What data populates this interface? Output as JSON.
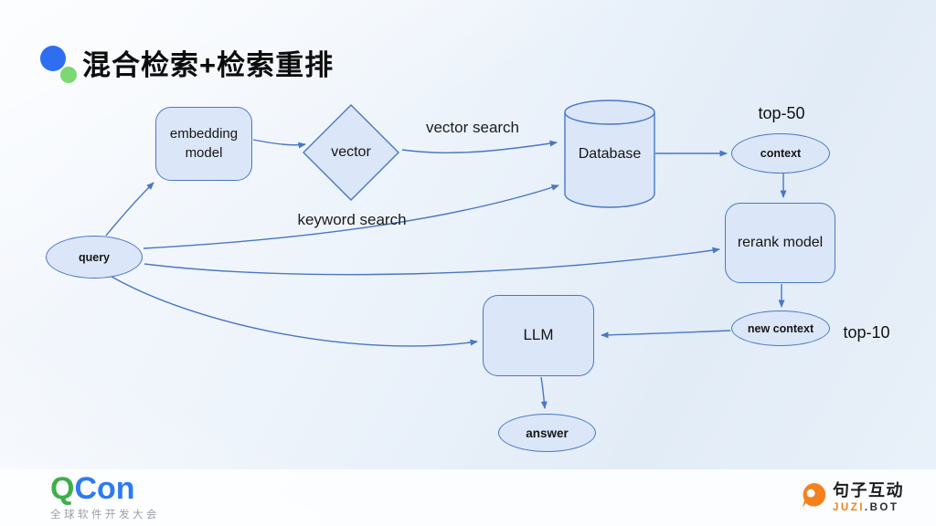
{
  "slide": {
    "title": "混合检索+检索重排"
  },
  "diagram": {
    "nodes": {
      "query": "query",
      "embedding_model": "embedding model",
      "vector": "vector",
      "database": "Database",
      "context": "context",
      "rerank_model": "rerank model",
      "new_context": "new context",
      "llm": "LLM",
      "answer": "answer"
    },
    "edge_labels": {
      "vector_search": "vector search",
      "keyword_search": "keyword search"
    },
    "annotations": {
      "top_50": "top-50",
      "top_10": "top-10"
    }
  },
  "footer": {
    "qcon": {
      "q": "Q",
      "con": "Con",
      "subtitle": "全球软件开发大会"
    },
    "juzi": {
      "cn_name": "句子互动",
      "latin_orange": "JUZI",
      "latin_dark": ".BOT"
    }
  },
  "colors": {
    "node_fill": "#dbe6f8",
    "node_border": "#4a77c4",
    "edge": "#4a77c4",
    "title_text": "#0d0d0d",
    "title_dot_blue": "#2e6ef0",
    "title_dot_green": "#7cd873",
    "qcon_green": "#3fae49",
    "qcon_blue": "#2e7bf0",
    "juzi_orange": "#f5801e"
  }
}
